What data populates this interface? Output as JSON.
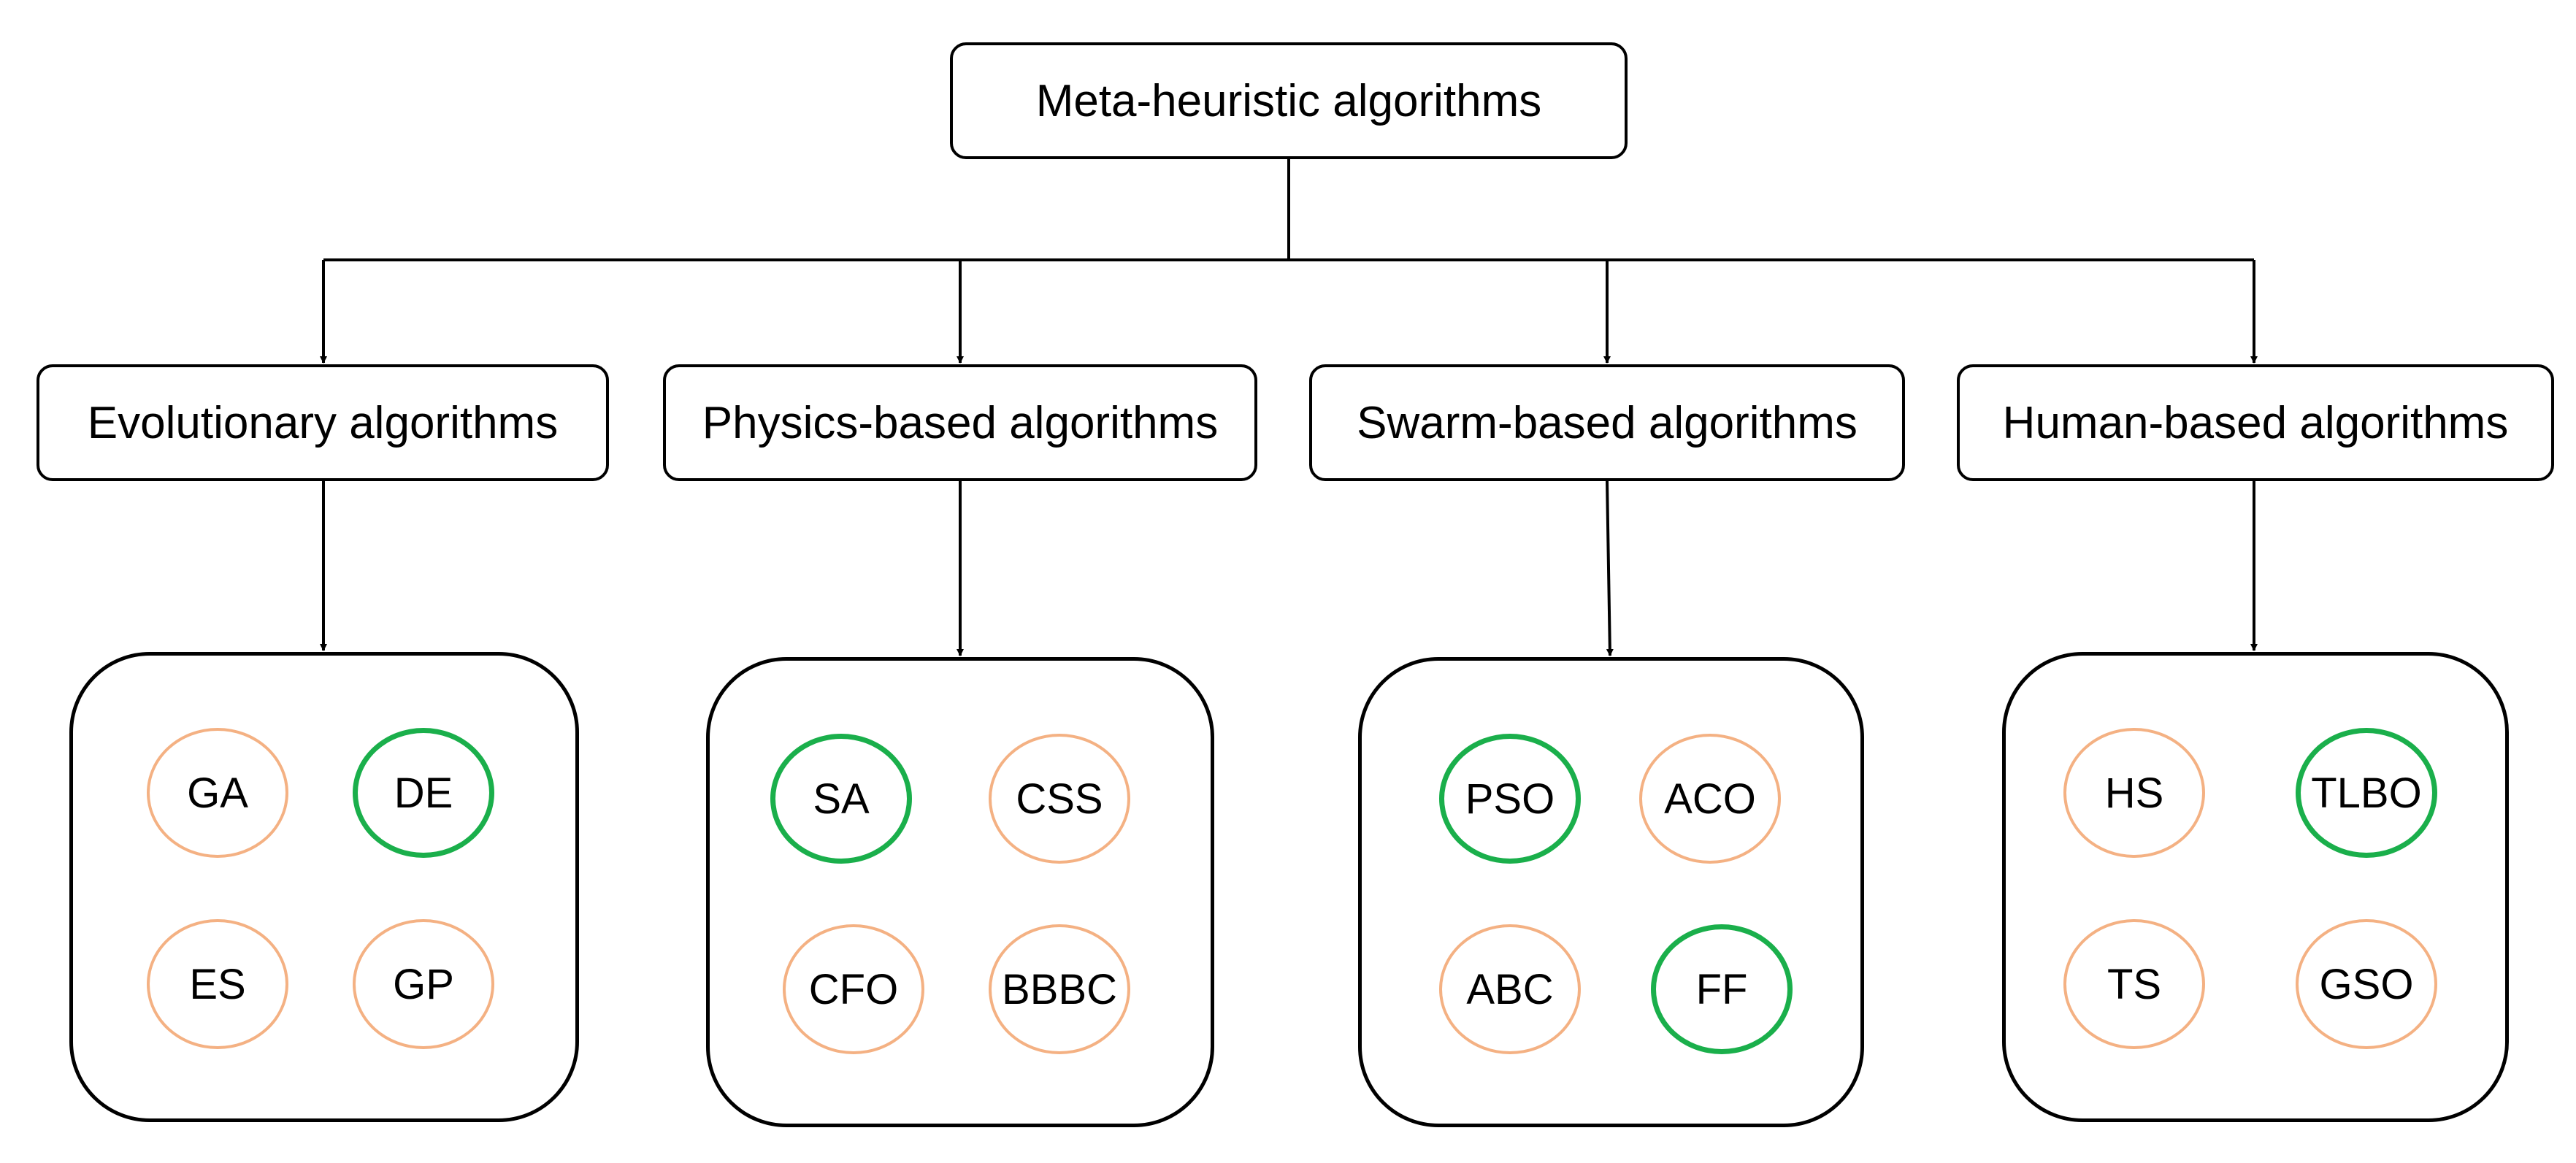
{
  "root": {
    "label": "Meta-heuristic algorithms"
  },
  "colors": {
    "line": "#000000",
    "highlight": "#1aaf4b",
    "normal": "#f4b183"
  },
  "categories": [
    {
      "label": "Evolutionary algorithms",
      "items": [
        {
          "label": "GA",
          "highlight": false
        },
        {
          "label": "DE",
          "highlight": true
        },
        {
          "label": "ES",
          "highlight": false
        },
        {
          "label": "GP",
          "highlight": false
        }
      ]
    },
    {
      "label": "Physics-based algorithms",
      "items": [
        {
          "label": "SA",
          "highlight": true
        },
        {
          "label": "CSS",
          "highlight": false
        },
        {
          "label": "CFO",
          "highlight": false
        },
        {
          "label": "BBBC",
          "highlight": false
        }
      ]
    },
    {
      "label": "Swarm-based algorithms",
      "items": [
        {
          "label": "PSO",
          "highlight": true
        },
        {
          "label": "ACO",
          "highlight": false
        },
        {
          "label": "ABC",
          "highlight": false
        },
        {
          "label": "FF",
          "highlight": true
        }
      ]
    },
    {
      "label": "Human-based algorithms",
      "items": [
        {
          "label": "HS",
          "highlight": false
        },
        {
          "label": "TLBO",
          "highlight": true
        },
        {
          "label": "TS",
          "highlight": false
        },
        {
          "label": "GSO",
          "highlight": false
        }
      ]
    }
  ]
}
